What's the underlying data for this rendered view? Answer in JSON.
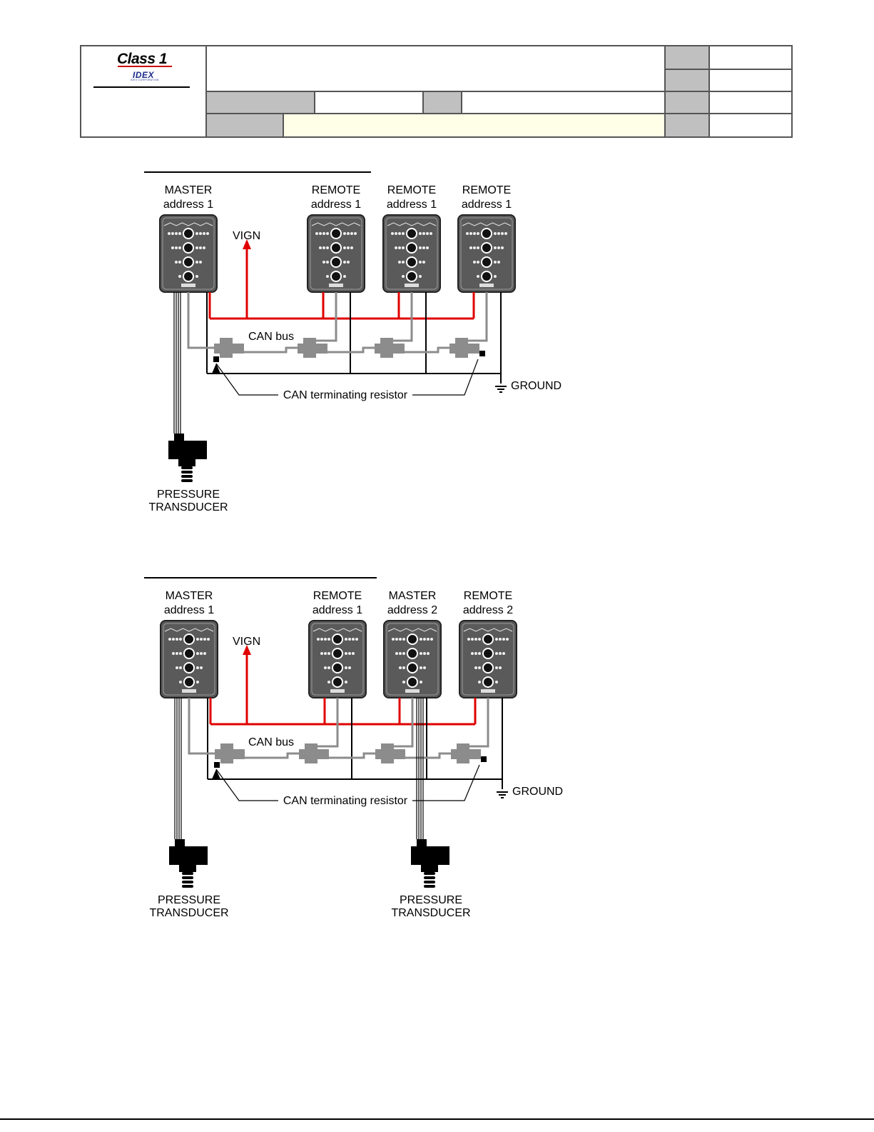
{
  "header": {
    "logo": {
      "brand": "Class 1",
      "parent": "IDEX",
      "parent_sub": "IDEX CORPORATION"
    },
    "cells": [
      "",
      "",
      "",
      "",
      "",
      "",
      "",
      "",
      "",
      "",
      "",
      "",
      ""
    ]
  },
  "figures": [
    {
      "modules": [
        {
          "role": "MASTER",
          "address": "address 1"
        },
        {
          "role": "REMOTE",
          "address": "address 1"
        },
        {
          "role": "REMOTE",
          "address": "address 1"
        },
        {
          "role": "REMOTE",
          "address": "address 1"
        }
      ],
      "vign_label": "VIGN",
      "canbus_label": "CAN bus",
      "ground_label": "GROUND",
      "resistor_label": "CAN terminating resistor",
      "transducers": [
        {
          "line1": "PRESSURE",
          "line2": "TRANSDUCER"
        }
      ]
    },
    {
      "modules": [
        {
          "role": "MASTER",
          "address": "address 1"
        },
        {
          "role": "REMOTE",
          "address": "address 1"
        },
        {
          "role": "MASTER",
          "address": "address 2"
        },
        {
          "role": "REMOTE",
          "address": "address 2"
        }
      ],
      "vign_label": "VIGN",
      "canbus_label": "CAN bus",
      "ground_label": "GROUND",
      "resistor_label": "CAN terminating resistor",
      "transducers": [
        {
          "line1": "PRESSURE",
          "line2": "TRANSDUCER"
        },
        {
          "line1": "PRESSURE",
          "line2": "TRANSDUCER"
        }
      ]
    }
  ],
  "colors": {
    "power_wire": "#e00000",
    "can_wire": "#8c8c8c",
    "ground_wire": "#000000",
    "module_body": "#5a5a5a",
    "header_shade": "#c0c0c0",
    "highlight_cell": "#ffffe8"
  }
}
